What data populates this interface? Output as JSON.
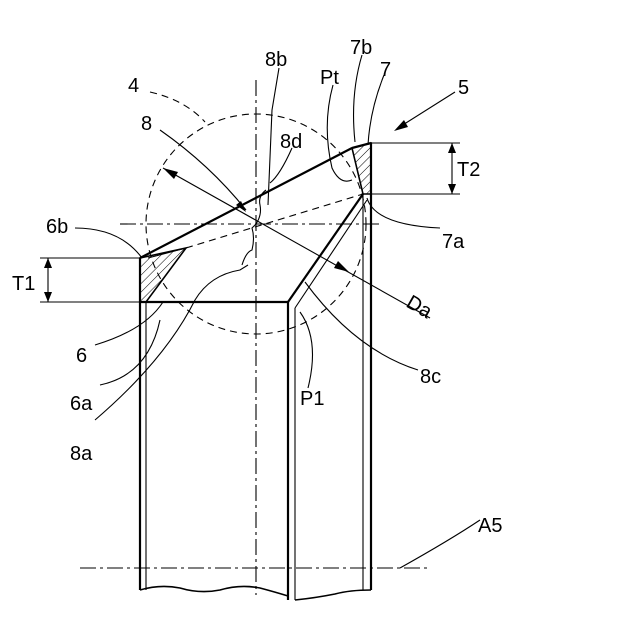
{
  "figure": {
    "labels": {
      "label_4": "4",
      "label_5": "5",
      "label_6": "6",
      "label_6a": "6a",
      "label_6b": "6b",
      "label_7": "7",
      "label_7a": "7a",
      "label_7b": "7b",
      "label_8": "8",
      "label_8a": "8a",
      "label_8b": "8b",
      "label_8c": "8c",
      "label_8d": "8d",
      "label_pt": "Pt",
      "label_p1": "P1",
      "label_t1": "T1",
      "label_t2": "T2",
      "label_da": "Da",
      "label_a5": "A5"
    }
  }
}
